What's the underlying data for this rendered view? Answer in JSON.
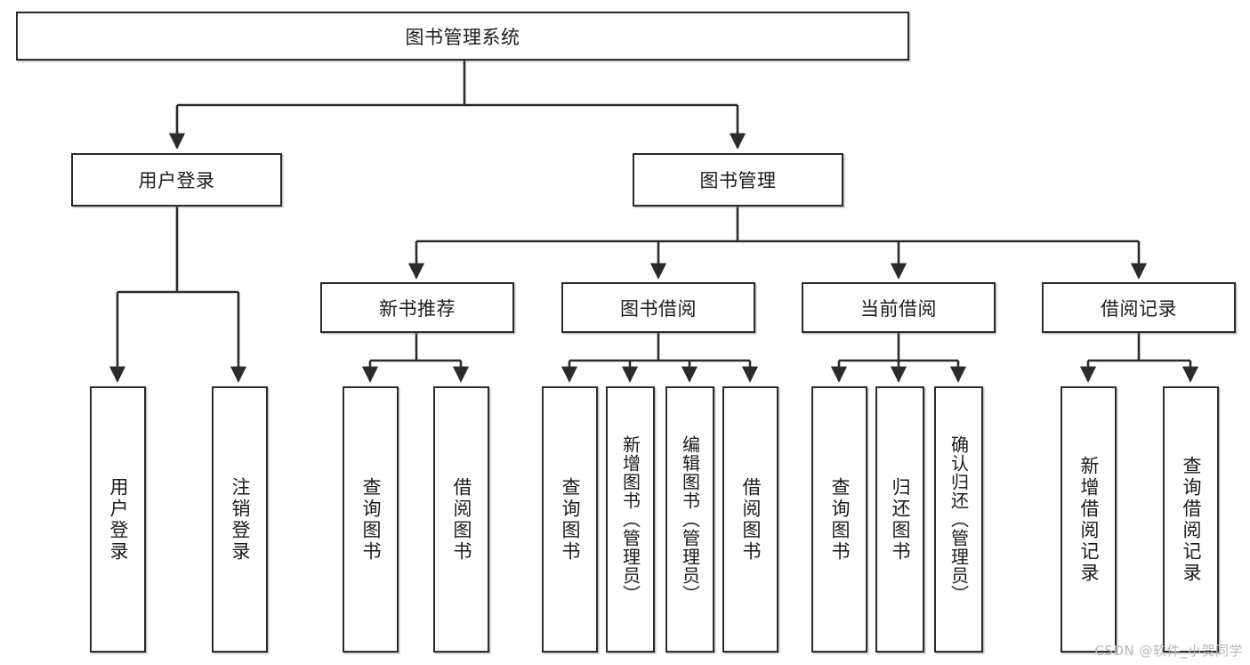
{
  "diagram": {
    "type": "tree-hierarchy",
    "title": "图书管理系统",
    "orientation": "top-down",
    "colors": {
      "box_border": "#2b2b2b",
      "box_fill": "#ffffff",
      "connector": "#2b2b2b",
      "text": "#1b1b1b",
      "watermark": "#b9b9b9"
    },
    "root": {
      "label": "图书管理系统"
    },
    "level2": [
      {
        "id": "user-login",
        "label": "用户登录"
      },
      {
        "id": "book-management",
        "label": "图书管理"
      }
    ],
    "level3": [
      {
        "id": "new-book-recommend",
        "label": "新书推荐",
        "parent": "book-management"
      },
      {
        "id": "book-borrow",
        "label": "图书借阅",
        "parent": "book-management"
      },
      {
        "id": "current-borrow",
        "label": "当前借阅",
        "parent": "book-management"
      },
      {
        "id": "borrow-record",
        "label": "借阅记录",
        "parent": "book-management"
      }
    ],
    "leaves": [
      {
        "id": "leaf-user-login",
        "label": "用户登录",
        "parent": "user-login",
        "wide": true
      },
      {
        "id": "leaf-logout-login",
        "label": "注销登录",
        "parent": "user-login",
        "wide": true
      },
      {
        "id": "leaf-query-book-1",
        "label": "查询图书",
        "parent": "new-book-recommend",
        "wide": true
      },
      {
        "id": "leaf-borrow-book-1",
        "label": "借阅图书",
        "parent": "new-book-recommend",
        "wide": true
      },
      {
        "id": "leaf-query-book-2",
        "label": "查询图书",
        "parent": "book-borrow",
        "wide": true
      },
      {
        "id": "leaf-add-book-admin",
        "label": "新增图书（管理员）",
        "parent": "book-borrow",
        "wide": false
      },
      {
        "id": "leaf-edit-book-admin",
        "label": "编辑图书（管理员）",
        "parent": "book-borrow",
        "wide": false
      },
      {
        "id": "leaf-borrow-book-2",
        "label": "借阅图书",
        "parent": "book-borrow",
        "wide": true
      },
      {
        "id": "leaf-query-book-3",
        "label": "查询图书",
        "parent": "current-borrow",
        "wide": true
      },
      {
        "id": "leaf-return-book",
        "label": "归还图书",
        "parent": "current-borrow",
        "wide": true
      },
      {
        "id": "leaf-confirm-return-admin",
        "label": "确认归还（管理员）",
        "parent": "current-borrow",
        "wide": false
      },
      {
        "id": "leaf-add-borrow-record",
        "label": "新增借阅记录",
        "parent": "borrow-record",
        "wide": true
      },
      {
        "id": "leaf-query-borrow-record",
        "label": "查询借阅记录",
        "parent": "borrow-record",
        "wide": true
      }
    ],
    "watermark": "CSDN @软件_小贺同学"
  }
}
